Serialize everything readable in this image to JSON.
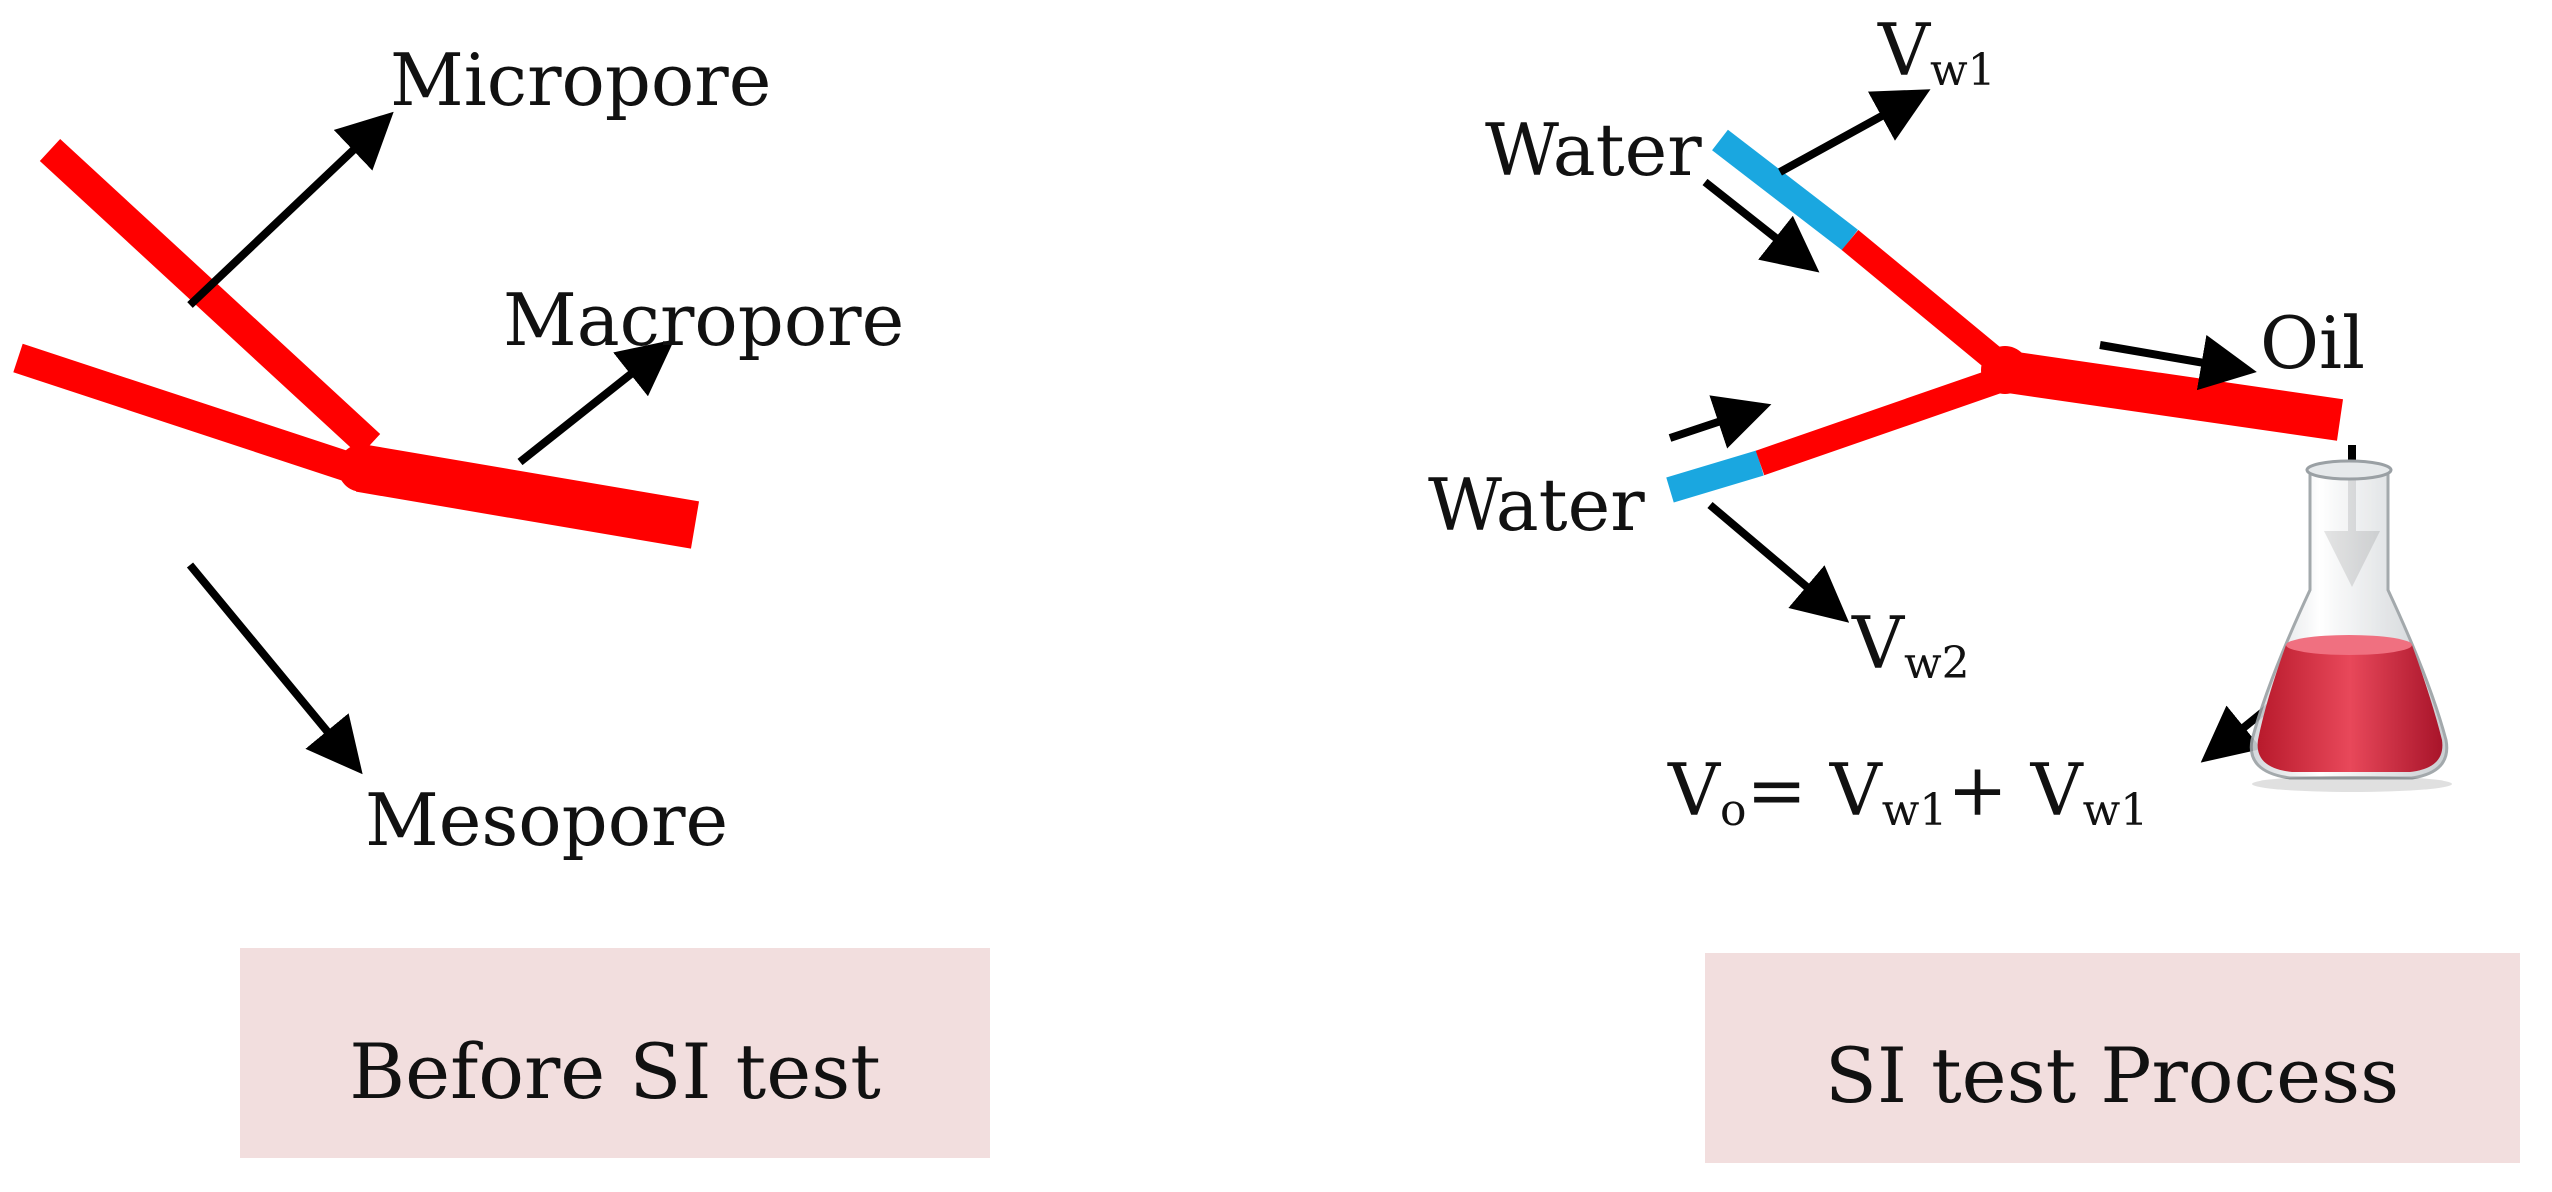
{
  "colors": {
    "pore": "#ff0000",
    "water": "#1aa7e0",
    "arrow": "#000000",
    "caption_box": "#f2dede",
    "liquid": "#d8283c"
  },
  "left_panel": {
    "labels": {
      "micropore": "Micropore",
      "macropore": "Macropore",
      "mesopore": "Mesopore"
    },
    "caption": "Before SI test"
  },
  "right_panel": {
    "labels": {
      "water_top": "Water",
      "water_bottom": "Water",
      "oil": "Oil",
      "v_w1_main": "V",
      "v_w1_sub": "w1",
      "v_w2_main": "V",
      "v_w2_sub": "w2"
    },
    "equation": {
      "v1": "V",
      "s1": "o",
      "eq": "= V",
      "s2": "w1",
      "plus": "+ V",
      "s3": "w1"
    },
    "caption": "SI test Process"
  }
}
